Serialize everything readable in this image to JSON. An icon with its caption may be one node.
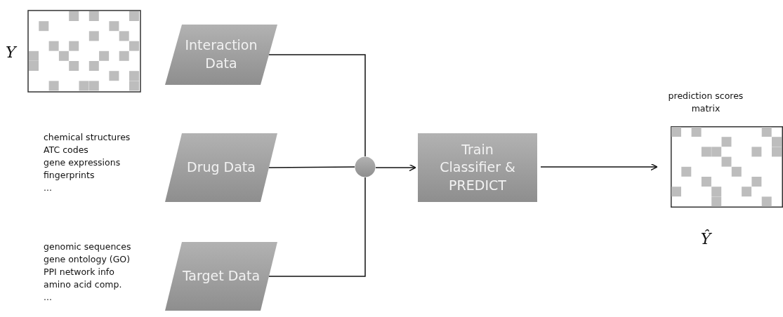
{
  "diagram": {
    "nodes": [
      {
        "text": [
          "Interaction Data"
        ]
      },
      {
        "text": [
          "Drug Data"
        ],
        "beside": [
          "chemical structures",
          "ATC codes",
          "gene expressions",
          "fingerprints",
          "..."
        ]
      },
      {
        "text": [
          "Target Data"
        ],
        "beside": [
          "genomic sequences",
          "gene ontology (GO)",
          "PPI network info",
          "amino acid comp.",
          "..."
        ]
      },
      {
        "text": [],
        "shape": "circle"
      },
      {
        "text": [
          "Train Classifier & PREDICT"
        ]
      },
      {
        "text": [],
        "shape": "picture",
        "beside": [
          "prediction scores matrix",
          "Ŷ"
        ]
      }
    ],
    "edges": [
      {
        "from": 0,
        "to": 3,
        "arrow": "none"
      },
      {
        "from": 1,
        "to": 3,
        "arrow": "none"
      },
      {
        "from": 2,
        "to": 3,
        "arrow": "none"
      },
      {
        "from": 3,
        "to": 4,
        "arrow": "to"
      },
      {
        "from": 4,
        "to": 5,
        "arrow": "to"
      }
    ],
    "labels": [
      "Y"
    ]
  }
}
